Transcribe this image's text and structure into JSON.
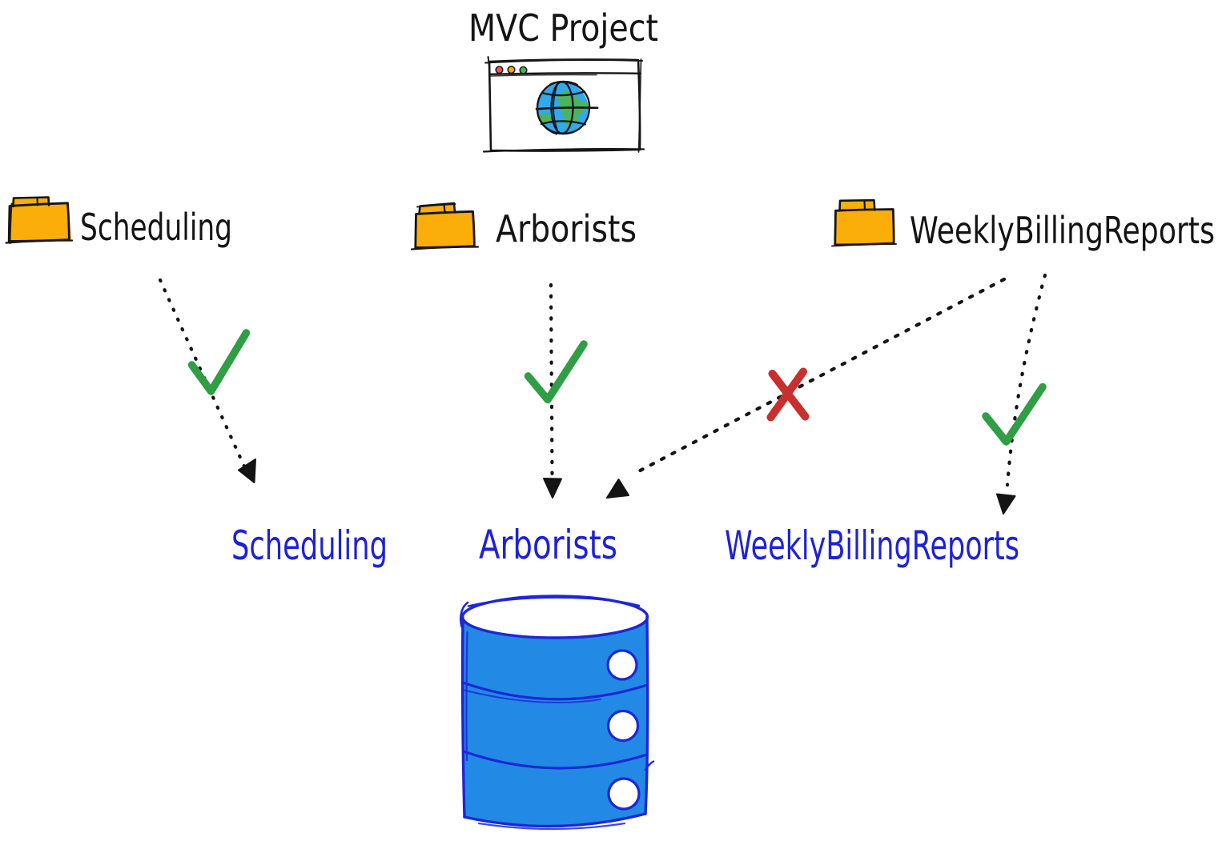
{
  "title": {
    "text": "MVC Project"
  },
  "browser": {
    "traffic_lights": [
      "red",
      "yellow",
      "green"
    ],
    "content_icon": "globe"
  },
  "folders": [
    {
      "label": "Scheduling"
    },
    {
      "label": "Arborists"
    },
    {
      "label": "WeeklyBillingReports"
    }
  ],
  "database": {
    "tables": [
      {
        "label": "Scheduling"
      },
      {
        "label": "Arborists"
      },
      {
        "label": "WeeklyBillingReports"
      }
    ]
  },
  "connections": [
    {
      "from": "Scheduling folder",
      "to": "Scheduling table",
      "status": "allowed",
      "marker": "check"
    },
    {
      "from": "Arborists folder",
      "to": "Arborists table",
      "status": "allowed",
      "marker": "check"
    },
    {
      "from": "WeeklyBillingReports folder",
      "to": "Arborists table",
      "status": "blocked",
      "marker": "x"
    },
    {
      "from": "WeeklyBillingReports folder",
      "to": "WeeklyBillingReports table",
      "status": "allowed",
      "marker": "check"
    }
  ],
  "colors": {
    "ink": "#141414",
    "folder_fill": "#fbae09",
    "check_green": "#2f9e44",
    "cross_red": "#c92f2f",
    "label_blue": "#1d21d8",
    "db_fill": "#2289e4",
    "db_stroke": "#1d27d6",
    "globe_fill": "#30a9ee",
    "globe_land": "#4db45e",
    "dot_red": "#f05454",
    "dot_yellow": "#f7a80d",
    "dot_green": "#43b356"
  }
}
